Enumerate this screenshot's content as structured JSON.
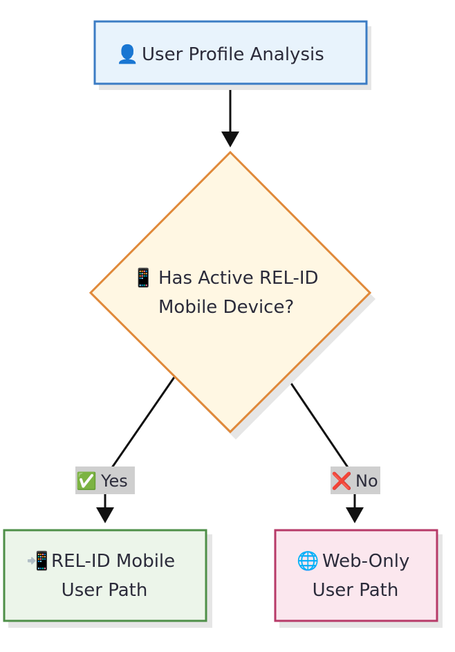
{
  "nodes": {
    "start": {
      "icon": "👤",
      "icon_name": "user-icon",
      "label": "User Profile Analysis",
      "fill": "#e8f3fc",
      "stroke": "#3b7cc4"
    },
    "decision": {
      "icon": "📱",
      "icon_name": "mobile-phone-icon",
      "line1": "Has Active REL-ID",
      "line2": "Mobile Device?",
      "fill": "#fff7e3",
      "stroke": "#e0893a"
    },
    "mobile_path": {
      "icon": "📲",
      "icon_name": "mobile-arrow-icon",
      "line1": "REL-ID Mobile",
      "line2": "User Path",
      "fill": "#ecf5ea",
      "stroke": "#4e8f48"
    },
    "web_path": {
      "icon": "🌐",
      "icon_name": "globe-icon",
      "line1": "Web-Only",
      "line2": "User Path",
      "fill": "#fbe7ee",
      "stroke": "#b73a68"
    }
  },
  "edges": {
    "yes": {
      "icon": "✅",
      "icon_name": "check-mark-icon",
      "label": "Yes"
    },
    "no": {
      "icon": "❌",
      "icon_name": "cross-mark-icon",
      "label": "No"
    }
  },
  "colors": {
    "edge": "#111111",
    "edge_label_bg": "#cfcfcf"
  }
}
